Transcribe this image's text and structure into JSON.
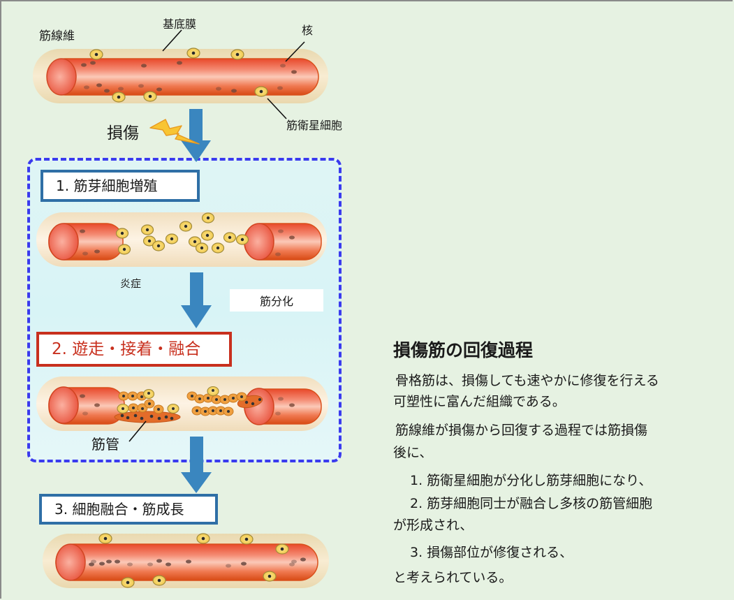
{
  "diagram": {
    "labels": {
      "muscle_fiber": "筋線維",
      "basement_membrane": "基底膜",
      "nucleus": "核",
      "satellite_cell": "筋衛星細胞",
      "injury": "損傷",
      "inflammation": "炎症",
      "myogenic_differentiation": "筋分化",
      "myotube": "筋管"
    },
    "steps": [
      {
        "label": "1. 筋芽細胞増殖"
      },
      {
        "label": "2. 遊走・接着・融合"
      },
      {
        "label": "3. 細胞融合・筋成長"
      }
    ],
    "colors": {
      "background": "#e6f2e2",
      "dashed_border": "#3a3aee",
      "arrow": "#3a86bf",
      "step_border_blue": "#2f6fa6",
      "step_border_red": "#c8301e",
      "fiber_red": "#e4502c",
      "sheath": "#efdcb4",
      "satellite_cell": "#f3d35c"
    }
  },
  "panel": {
    "title": "損傷筋の回復過程",
    "paragraphs": [
      "骨格筋は、損傷しても速やかに修復を行える",
      "可塑性に富んだ組織である。",
      "筋線維が損傷から回復する過程では筋損傷",
      "後に、",
      "1. 筋衛星細胞が分化し筋芽細胞になり、",
      "2. 筋芽細胞同士が融合し多核の筋管細胞",
      "が形成され、",
      "3. 損傷部位が修復される、",
      "と考えられている。"
    ]
  }
}
